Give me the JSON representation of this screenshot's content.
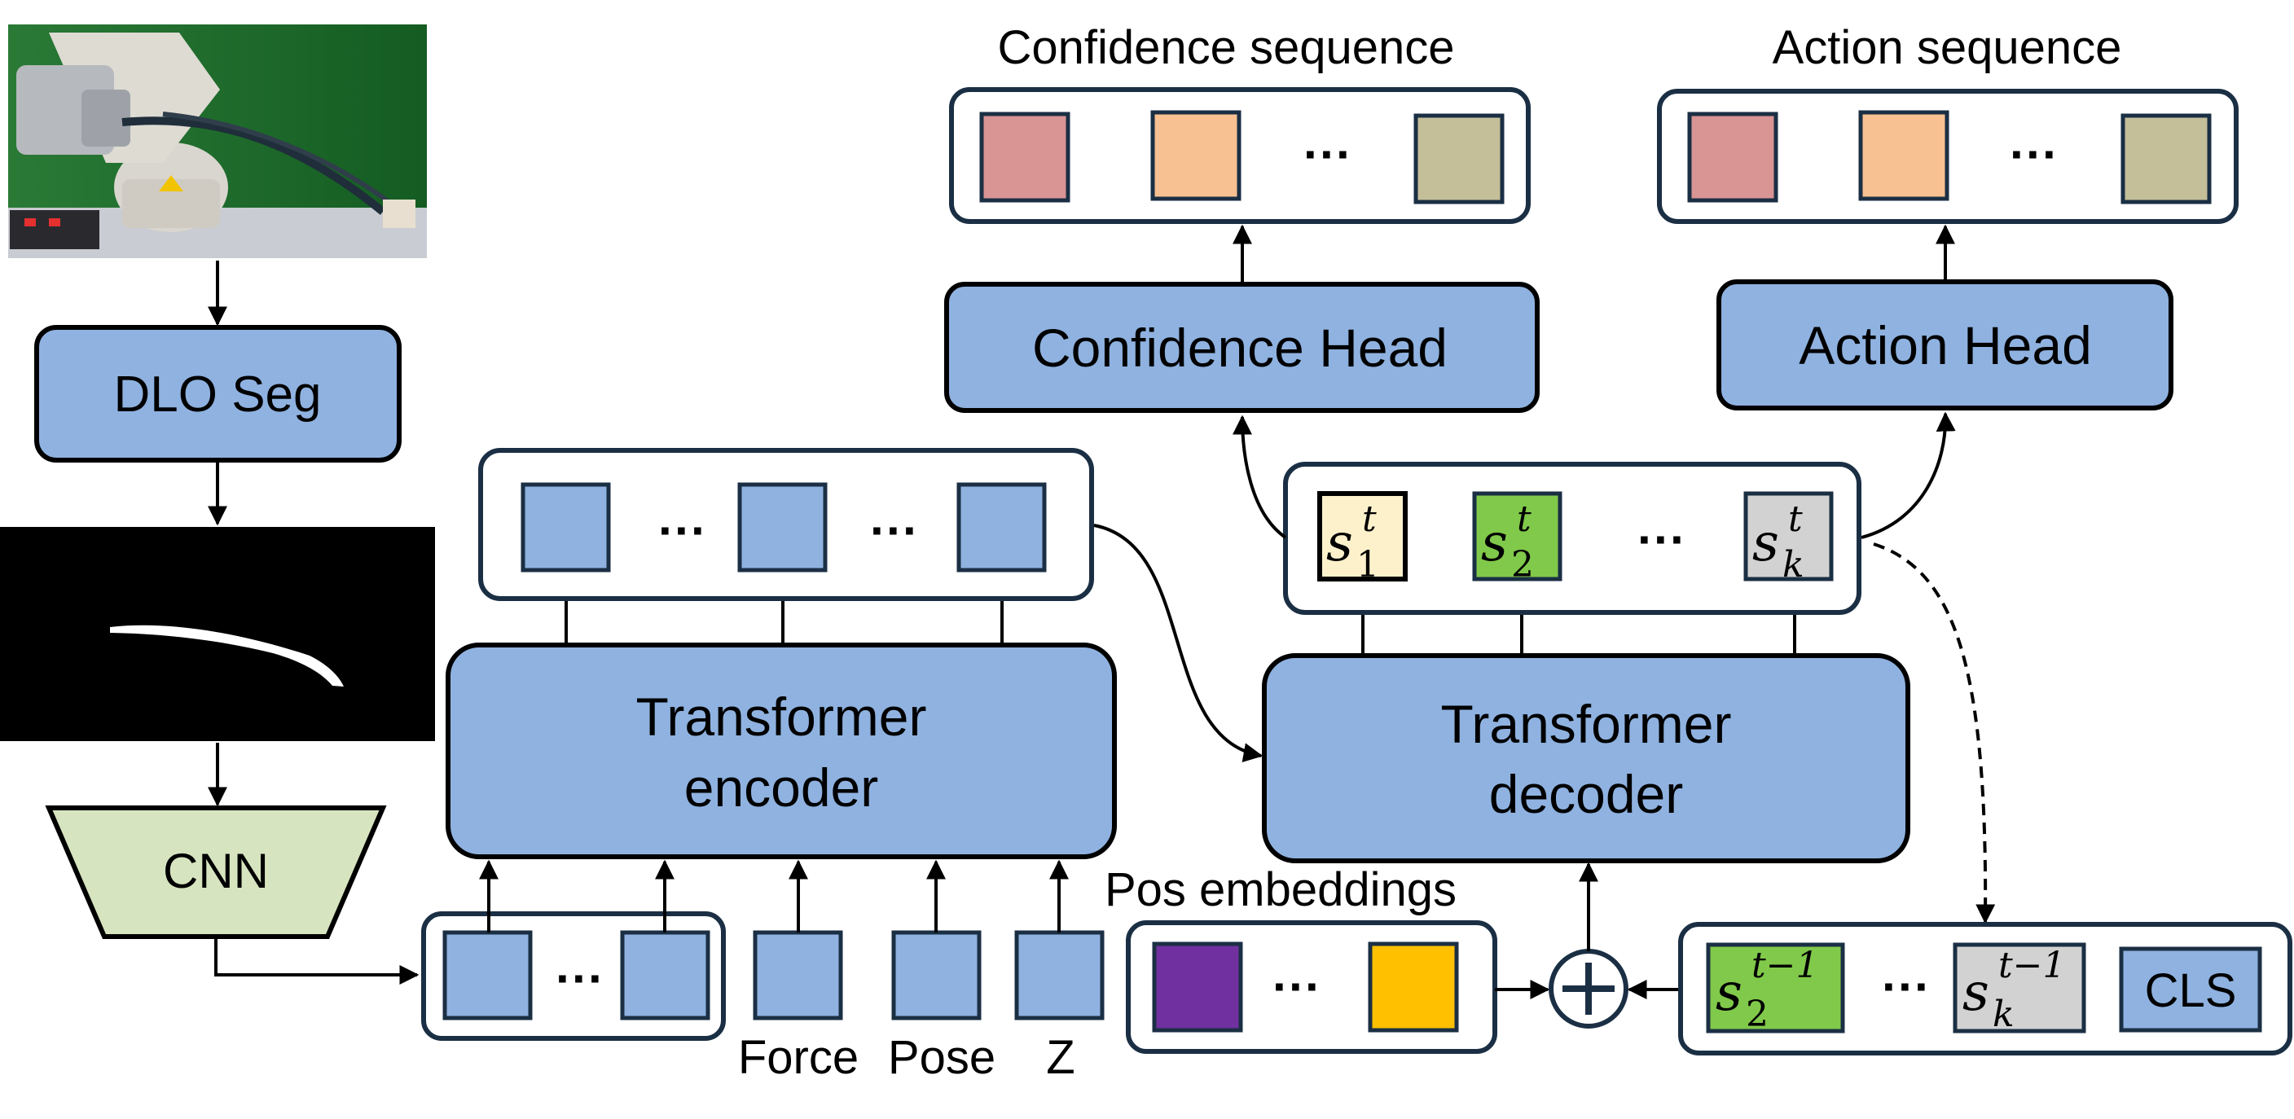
{
  "diagram": {
    "dlo_seg": "DLO Seg",
    "cnn": "CNN",
    "transformer_encoder": [
      "Transformer",
      "encoder"
    ],
    "transformer_decoder": [
      "Transformer",
      "decoder"
    ],
    "confidence_head": "Confidence Head",
    "action_head": "Action Head",
    "confidence_sequence": "Confidence sequence",
    "action_sequence": "Action sequence",
    "pos_embeddings": "Pos embeddings",
    "cls": "CLS",
    "force": "Force",
    "pose": "Pose",
    "z": "Z",
    "ellipsis": "···",
    "plus": "+",
    "current_tokens": [
      {
        "base": "s",
        "sub": "1",
        "sup": "t"
      },
      {
        "base": "s",
        "sub": "2",
        "sup": "t"
      },
      {
        "base": "s",
        "sub": "k",
        "sup": "t"
      }
    ],
    "previous_tokens": [
      {
        "base": "s",
        "sub": "2",
        "sup": "t−1"
      },
      {
        "base": "s",
        "sub": "k",
        "sup": "t−1"
      }
    ]
  },
  "colors": {
    "block_blue": "#8fb2e0",
    "token_blue": "#8fb2e0",
    "cnn_green": "#d6e5bf",
    "seq_red": "#d99494",
    "seq_orange": "#f8c191",
    "seq_olive": "#c4bf99",
    "tok_cream": "#fdf1cb",
    "tok_green": "#81c94a",
    "tok_gray": "#d2d2d2",
    "pos_purple": "#7030a0",
    "pos_yellow": "#ffc000",
    "robot_bg": "#1d6b2c"
  },
  "icons": {
    "robot_photo": "robot-arm-photo",
    "mask_image": "dlo-mask-image"
  }
}
